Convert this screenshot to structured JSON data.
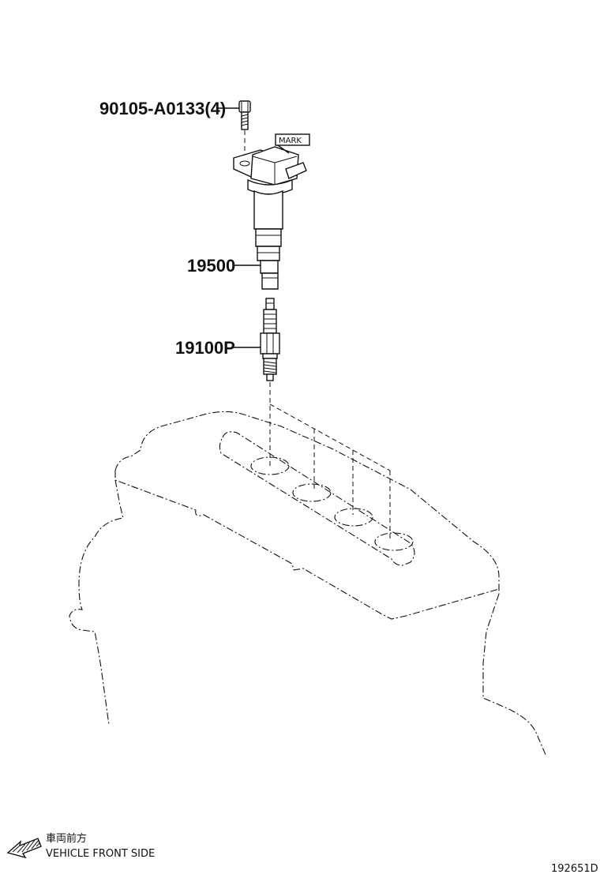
{
  "parts": {
    "bolt": {
      "label": "90105-A0133(4)"
    },
    "ignition_coil": {
      "label": "19500",
      "mark_label": "MARK"
    },
    "spark_plug": {
      "label": "19100P"
    }
  },
  "direction": {
    "label_jp": "車両前方",
    "label_en": "VEHICLE FRONT SIDE"
  },
  "reference_number": "192651D",
  "icons": {
    "direction_arrow": "hatched-arrow-left-down"
  }
}
